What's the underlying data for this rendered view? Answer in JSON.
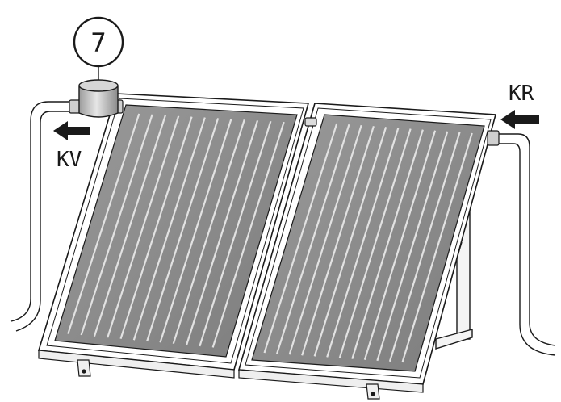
{
  "labels": {
    "component_number": "7",
    "flow_out": "KV",
    "flow_return": "KR"
  },
  "colors": {
    "line": "#1a1a1a",
    "absorber": "#8e8e8e",
    "absorber_dark": "#6f6f6f",
    "fin": "#d8d8d8",
    "arrow": "#1a1a1a"
  }
}
